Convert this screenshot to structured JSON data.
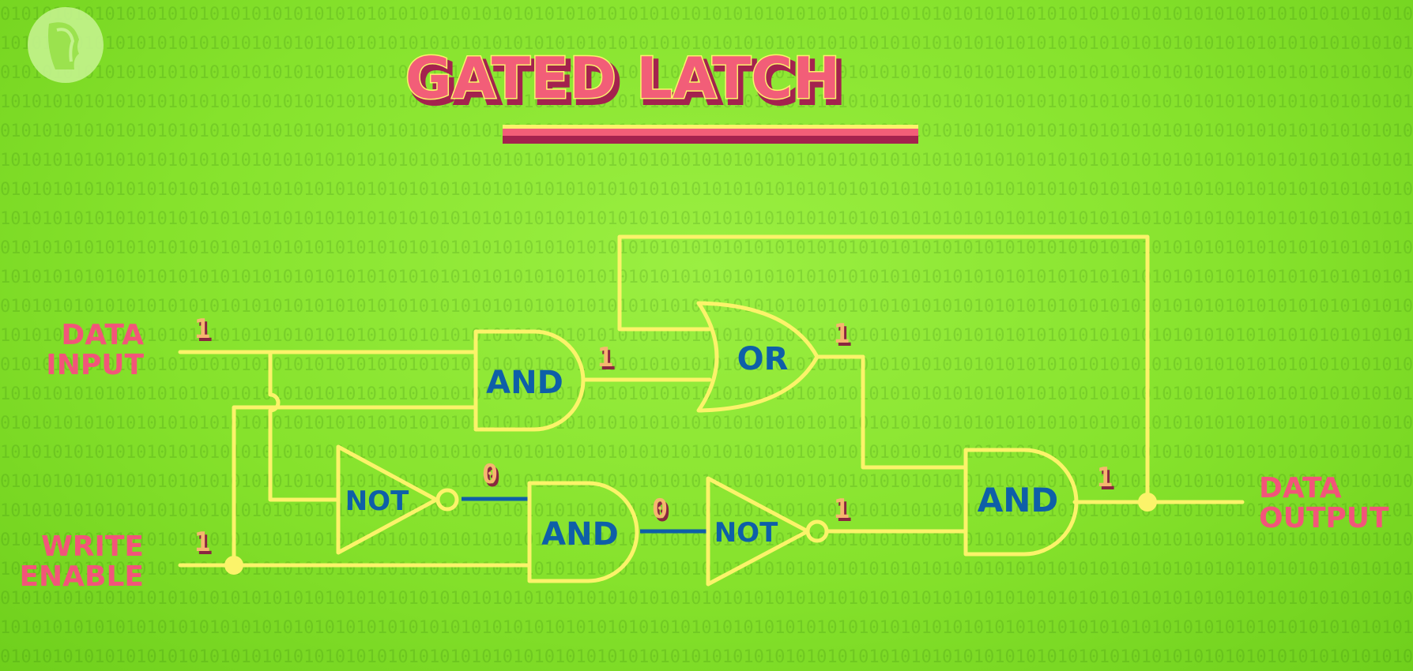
{
  "title": "GATED LATCH",
  "labels": {
    "data_input": [
      "DATA",
      "INPUT"
    ],
    "write_enable": [
      "WRITE",
      "ENABLE"
    ],
    "data_output": [
      "DATA",
      "OUTPUT"
    ]
  },
  "gates": {
    "and_top": "AND",
    "or": "OR",
    "not_left": "NOT",
    "and_middle": "AND",
    "not_right": "NOT",
    "and_right": "AND"
  },
  "signals": {
    "data_input": "1",
    "write_enable": "1",
    "and_top_out": "1",
    "or_out": "1",
    "not_left_out": "0",
    "and_middle_out": "0",
    "not_right_out": "1",
    "data_output": "1"
  },
  "colors": {
    "wire": "#fbf36a",
    "gate_text": "#0e5fa8",
    "label": "#f2557a",
    "title_fill": "#f25e78",
    "title_shadow": "#a4224e",
    "value_fill": "#f6b66f",
    "value_shadow": "#8a2640",
    "wire_zero": "#0e5fa8"
  },
  "logo": "pbs-logo-icon"
}
